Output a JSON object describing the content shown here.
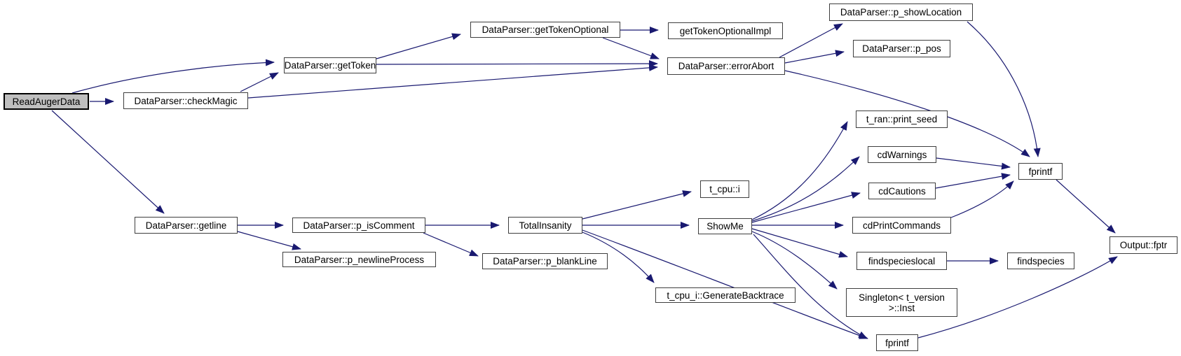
{
  "diagram": {
    "type": "call-graph",
    "background_color": "#ffffff",
    "edge_color": "#191970",
    "node_border_color": "#3e3e3e",
    "highlight_fill_color": "#bfbfbf",
    "nodes": [
      {
        "id": "readaugerdata",
        "label": "ReadAugerData",
        "highlighted": true
      },
      {
        "id": "checkmagic",
        "label": "DataParser::checkMagic"
      },
      {
        "id": "gettoken",
        "label": "DataParser::getToken"
      },
      {
        "id": "gettokenoptional",
        "label": "DataParser::getTokenOptional"
      },
      {
        "id": "gettokenoptionalimpl",
        "label": "getTokenOptionalImpl"
      },
      {
        "id": "errorabort",
        "label": "DataParser::errorAbort"
      },
      {
        "id": "p-showlocation",
        "label": "DataParser::p_showLocation"
      },
      {
        "id": "p-pos",
        "label": "DataParser::p_pos"
      },
      {
        "id": "print-seed",
        "label": "t_ran::print_seed"
      },
      {
        "id": "cdwarnings",
        "label": "cdWarnings"
      },
      {
        "id": "cdcautions",
        "label": "cdCautions"
      },
      {
        "id": "cdprintcommands",
        "label": "cdPrintCommands"
      },
      {
        "id": "findspecieslocal",
        "label": "findspecieslocal"
      },
      {
        "id": "singleton-inst",
        "label": "Singleton< t_version >::Inst"
      },
      {
        "id": "findspecies",
        "label": "findspecies"
      },
      {
        "id": "fprintf-top",
        "label": "fprintf"
      },
      {
        "id": "output-fptr",
        "label": "Output::fptr"
      },
      {
        "id": "fprintf-bottom",
        "label": "fprintf"
      },
      {
        "id": "t-cpu-i",
        "label": "t_cpu::i"
      },
      {
        "id": "showme",
        "label": "ShowMe"
      },
      {
        "id": "totalinsanity",
        "label": "TotalInsanity"
      },
      {
        "id": "p-blankline",
        "label": "DataParser::p_blankLine"
      },
      {
        "id": "generatebacktrace",
        "label": "t_cpu_i::GenerateBacktrace"
      },
      {
        "id": "getline",
        "label": "DataParser::getline"
      },
      {
        "id": "p-iscomment",
        "label": "DataParser::p_isComment"
      },
      {
        "id": "p-newlineprocess",
        "label": "DataParser::p_newlineProcess"
      }
    ],
    "edges": [
      {
        "from": "ReadAugerData",
        "to": "DataParser::checkMagic"
      },
      {
        "from": "ReadAugerData",
        "to": "DataParser::getToken"
      },
      {
        "from": "ReadAugerData",
        "to": "DataParser::getline"
      },
      {
        "from": "DataParser::checkMagic",
        "to": "DataParser::getToken"
      },
      {
        "from": "DataParser::checkMagic",
        "to": "DataParser::errorAbort"
      },
      {
        "from": "DataParser::getToken",
        "to": "DataParser::getTokenOptional"
      },
      {
        "from": "DataParser::getToken",
        "to": "DataParser::errorAbort"
      },
      {
        "from": "DataParser::getTokenOptional",
        "to": "getTokenOptionalImpl"
      },
      {
        "from": "DataParser::getTokenOptional",
        "to": "DataParser::errorAbort"
      },
      {
        "from": "DataParser::errorAbort",
        "to": "DataParser::p_showLocation"
      },
      {
        "from": "DataParser::errorAbort",
        "to": "DataParser::p_pos"
      },
      {
        "from": "DataParser::errorAbort",
        "to": "fprintf"
      },
      {
        "from": "DataParser::p_showLocation",
        "to": "fprintf"
      },
      {
        "from": "cdWarnings",
        "to": "fprintf"
      },
      {
        "from": "cdCautions",
        "to": "fprintf"
      },
      {
        "from": "cdPrintCommands",
        "to": "fprintf"
      },
      {
        "from": "fprintf",
        "to": "Output::fptr"
      },
      {
        "from": "findspecieslocal",
        "to": "findspecies"
      },
      {
        "from": "ShowMe",
        "to": "t_ran::print_seed"
      },
      {
        "from": "ShowMe",
        "to": "cdWarnings"
      },
      {
        "from": "ShowMe",
        "to": "cdCautions"
      },
      {
        "from": "ShowMe",
        "to": "cdPrintCommands"
      },
      {
        "from": "ShowMe",
        "to": "findspecieslocal"
      },
      {
        "from": "ShowMe",
        "to": "Singleton< t_version >::Inst"
      },
      {
        "from": "ShowMe",
        "to": "fprintf (bottom)"
      },
      {
        "from": "TotalInsanity",
        "to": "t_cpu::i"
      },
      {
        "from": "TotalInsanity",
        "to": "ShowMe"
      },
      {
        "from": "TotalInsanity",
        "to": "t_cpu_i::GenerateBacktrace"
      },
      {
        "from": "TotalInsanity",
        "to": "fprintf (bottom)"
      },
      {
        "from": "DataParser::getline",
        "to": "DataParser::p_isComment"
      },
      {
        "from": "DataParser::getline",
        "to": "DataParser::p_newlineProcess"
      },
      {
        "from": "DataParser::p_isComment",
        "to": "TotalInsanity"
      },
      {
        "from": "DataParser::p_isComment",
        "to": "DataParser::p_blankLine"
      },
      {
        "from": "fprintf (bottom)",
        "to": "Output::fptr"
      }
    ]
  }
}
